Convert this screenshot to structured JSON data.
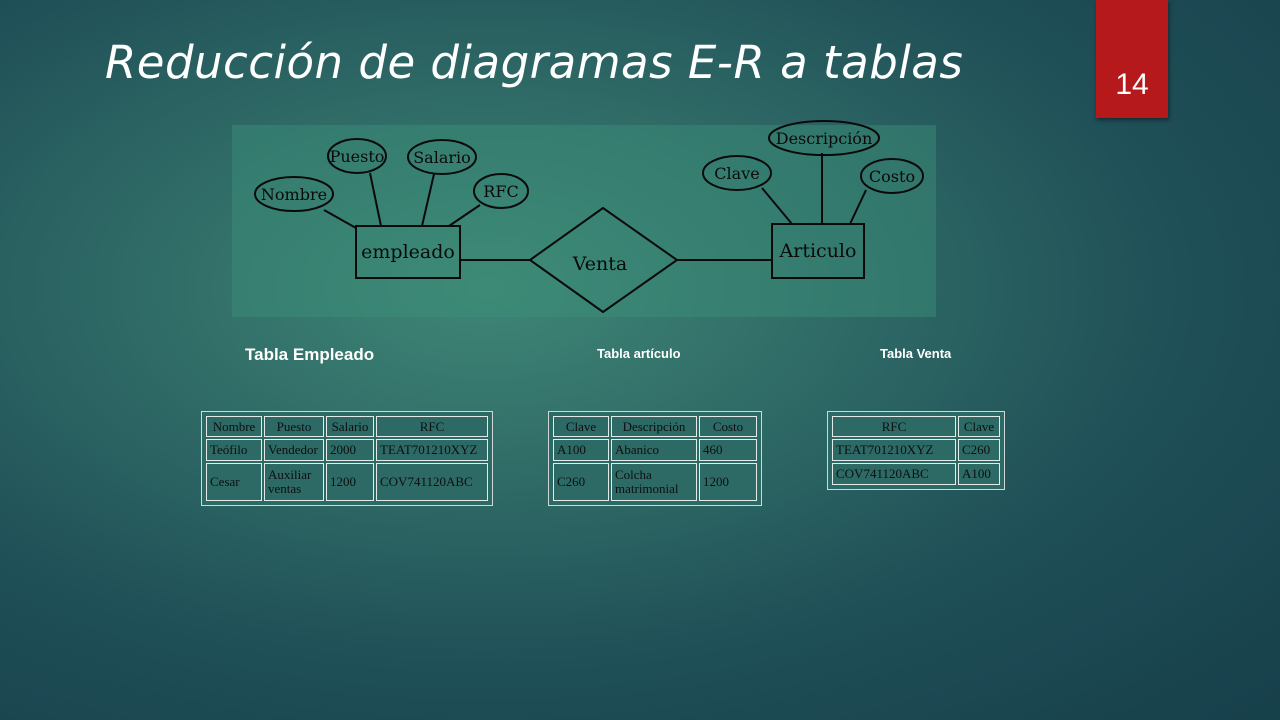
{
  "slide": {
    "title": "Reducción de diagramas E-R a tablas",
    "page_number": "14"
  },
  "diagram": {
    "entities": [
      {
        "id": "empleado",
        "label": "empleado"
      },
      {
        "id": "articulo",
        "label": "Articulo"
      }
    ],
    "relationship": {
      "label": "Venta"
    },
    "attributes": [
      {
        "entity": "empleado",
        "label": "Nombre"
      },
      {
        "entity": "empleado",
        "label": "Puesto"
      },
      {
        "entity": "empleado",
        "label": "Salario"
      },
      {
        "entity": "empleado",
        "label": "RFC"
      },
      {
        "entity": "articulo",
        "label": "Clave"
      },
      {
        "entity": "articulo",
        "label": "Descripción"
      },
      {
        "entity": "articulo",
        "label": "Costo"
      }
    ]
  },
  "tables": {
    "empleado": {
      "label": "Tabla Empleado",
      "headers": [
        "Nombre",
        "Puesto",
        "Salario",
        "RFC"
      ],
      "rows": [
        [
          "Teófilo",
          "Vendedor",
          "2000",
          "TEAT701210XYZ"
        ],
        [
          "Cesar",
          "Auxiliar ventas",
          "1200",
          "COV741120ABC"
        ]
      ]
    },
    "articulo": {
      "label": "Tabla artículo",
      "headers": [
        "Clave",
        "Descripción",
        "Costo"
      ],
      "rows": [
        [
          "A100",
          "Abanico",
          "460"
        ],
        [
          "C260",
          "Colcha matrimonial",
          "1200"
        ]
      ]
    },
    "venta": {
      "label": "Tabla Venta",
      "headers": [
        "RFC",
        "Clave"
      ],
      "rows": [
        [
          "TEAT701210XYZ",
          "C260"
        ],
        [
          "COV741120ABC",
          "A100"
        ]
      ]
    }
  }
}
